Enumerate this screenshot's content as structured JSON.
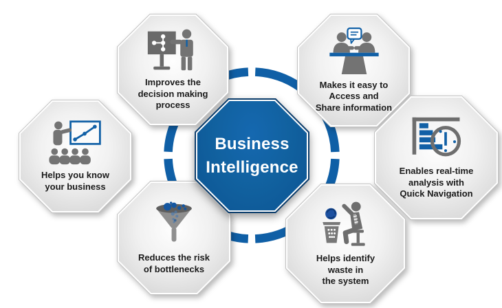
{
  "diagram": {
    "center": {
      "title": "Business\nIntelligence"
    },
    "nodes": [
      {
        "id": "improves-decision-making",
        "position": "top-left",
        "icon": "presentation-board-icon",
        "label": "Improves the\ndecision making\nprocess"
      },
      {
        "id": "easy-access-share",
        "position": "top-right",
        "icon": "meeting-discussion-icon",
        "label": "Makes it easy to\nAccess and\nShare information"
      },
      {
        "id": "know-your-business",
        "position": "left",
        "icon": "presenter-audience-icon",
        "label": "Helps you know\nyour business"
      },
      {
        "id": "realtime-analysis",
        "position": "right",
        "icon": "bars-clock-icon",
        "label": "Enables real-time\nanalysis with\nQuick Navigation"
      },
      {
        "id": "reduces-bottlenecks",
        "position": "bottom-left",
        "icon": "funnel-icon",
        "label": "Reduces the risk\nof bottlenecks"
      },
      {
        "id": "identify-waste",
        "position": "bottom-right",
        "icon": "waste-disposal-icon",
        "label": "Helps identify\nwaste in\nthe system"
      }
    ],
    "colors": {
      "primary_blue": "#1160a6",
      "ring_blue": "#0f5fa6",
      "dark_navy": "#0b3e6f",
      "icon_gray": "#737373",
      "node_edge_gray": "#c2c2c2",
      "node_fill_light": "#f5f5f5",
      "label_text": "#1a1a1a",
      "center_text": "#ffffff"
    }
  }
}
